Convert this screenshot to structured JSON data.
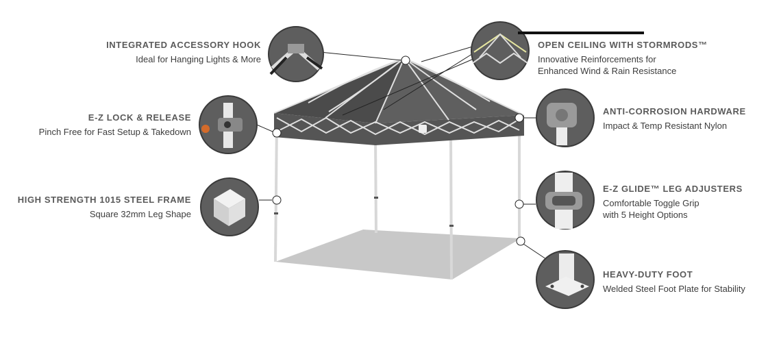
{
  "features": [
    {
      "id": "hook",
      "title": "INTEGRATED ACCESSORY HOOK",
      "lines": [
        "Ideal for Hanging Lights & More"
      ]
    },
    {
      "id": "ceiling",
      "title": "OPEN CEILING WITH STORMRODS™",
      "lines": [
        "Innovative Reinforcements for",
        "Enhanced Wind & Rain Resistance"
      ]
    },
    {
      "id": "lock",
      "title": "E-Z LOCK & RELEASE",
      "lines": [
        "Pinch Free for Fast Setup & Takedown"
      ]
    },
    {
      "id": "hardware",
      "title": "ANTI-CORROSION HARDWARE",
      "lines": [
        "Impact & Temp Resistant Nylon"
      ]
    },
    {
      "id": "frame",
      "title": "HIGH STRENGTH 1015 STEEL FRAME",
      "lines": [
        "Square 32mm Leg Shape"
      ]
    },
    {
      "id": "glide",
      "title": "E-Z GLIDE™ LEG ADJUSTERS",
      "lines": [
        "Comfortable Toggle Grip",
        "with 5 Height Options"
      ]
    },
    {
      "id": "foot",
      "title": "HEAVY-DUTY FOOT",
      "lines": [
        "Welded Steel Foot Plate for Stability"
      ]
    }
  ],
  "colors": {
    "canopy": "#555555",
    "frame": "#e6e6e6",
    "floor": "#c8c8c8",
    "thumb_bg": "#5e5e5e",
    "title_text": "#5a5a5a",
    "body_text": "#3c3c3c"
  }
}
